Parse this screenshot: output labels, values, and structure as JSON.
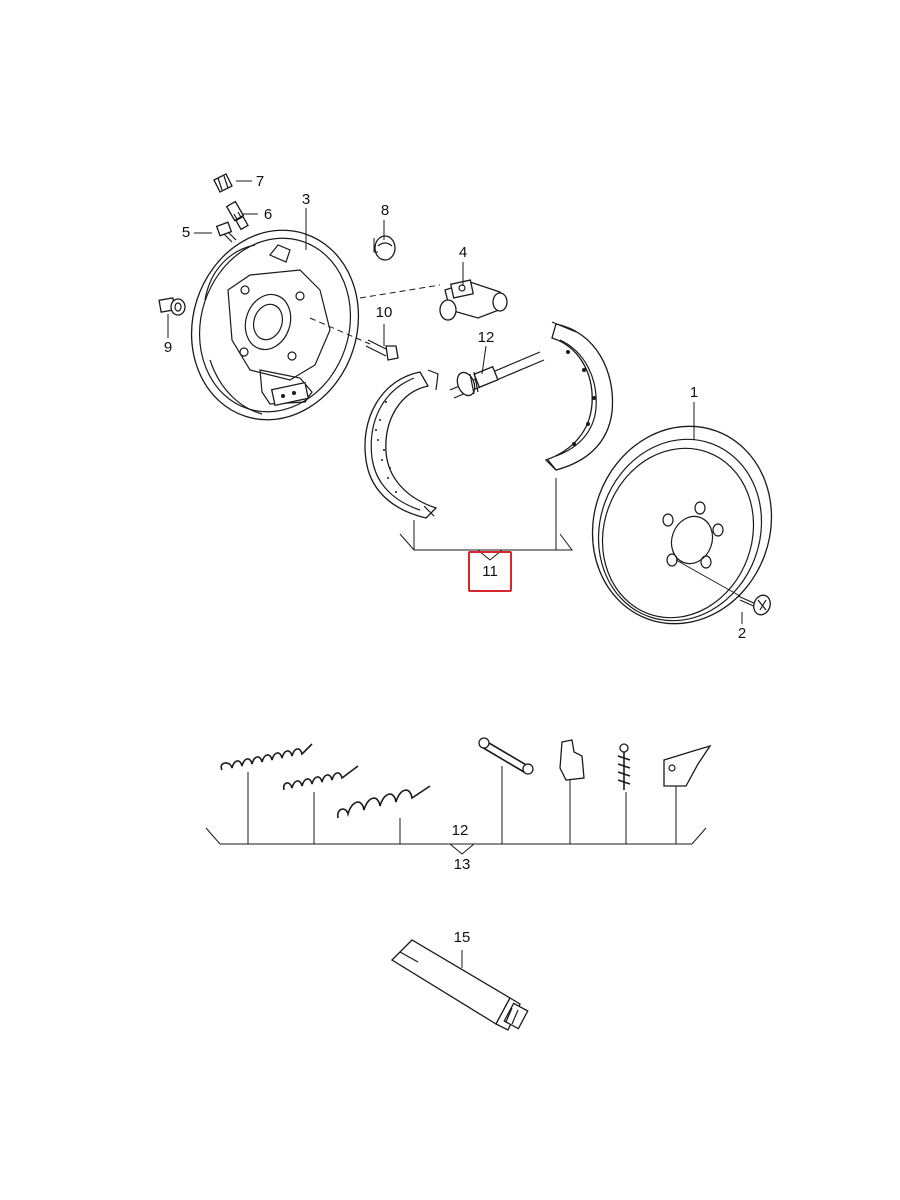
{
  "parts": [
    {
      "id": "p1",
      "number": "1",
      "icon": "brake-drum-icon"
    },
    {
      "id": "p2",
      "number": "2",
      "icon": "countersunk-screw-icon"
    },
    {
      "id": "p3",
      "number": "3",
      "icon": "brake-backing-plate-icon"
    },
    {
      "id": "p4",
      "number": "4",
      "icon": "wheel-brake-cylinder-icon"
    },
    {
      "id": "p5",
      "number": "5",
      "icon": "bolt-icon"
    },
    {
      "id": "p6",
      "number": "6",
      "icon": "bleeder-screw-icon"
    },
    {
      "id": "p7",
      "number": "7",
      "icon": "dust-cap-icon"
    },
    {
      "id": "p8",
      "number": "8",
      "icon": "rubber-plug-icon"
    },
    {
      "id": "p9",
      "number": "9",
      "icon": "sensor-icon"
    },
    {
      "id": "p10",
      "number": "10",
      "icon": "hex-bolt-icon"
    },
    {
      "id": "p11",
      "number": "11",
      "icon": "brake-shoe-set-icon"
    },
    {
      "id": "p12a",
      "number": "12",
      "icon": "adjuster-strut-icon"
    },
    {
      "id": "p12b",
      "number": "12",
      "icon": "spring-kit-icon"
    },
    {
      "id": "p13",
      "number": "13",
      "icon": "accessory-kit-icon"
    },
    {
      "id": "p15",
      "number": "15",
      "icon": "grease-tube-icon"
    }
  ],
  "highlight": {
    "part": "11",
    "color": "#d9262c"
  },
  "line_color": "#1a1a1a"
}
